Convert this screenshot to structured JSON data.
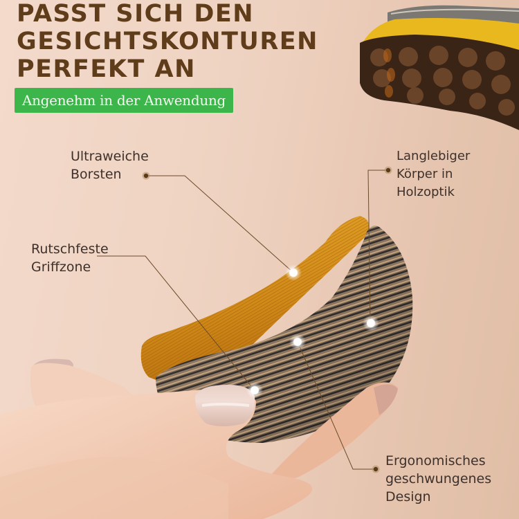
{
  "headline": {
    "lines": [
      "PASST SICH DEN",
      "GESICHTSKONTUREN",
      "PERFEKT AN"
    ],
    "color": "#5f3d1a"
  },
  "badge": {
    "label": "Angenehm in der Anwendung",
    "color": "#3cb64b"
  },
  "callouts": [
    {
      "id": "bristles",
      "lines": [
        "Ultraweiche",
        "Borsten"
      ]
    },
    {
      "id": "body",
      "lines": [
        "Langlebiger",
        "Körper in",
        "Holzoptik"
      ]
    },
    {
      "id": "grip",
      "lines": [
        "Rutschfeste",
        "Griffzone"
      ]
    },
    {
      "id": "design",
      "lines": [
        "Ergonomisches",
        "geschwungenes",
        "Design"
      ]
    }
  ],
  "colors": {
    "background_left": "#f3dacb",
    "background_right": "#e0bea6",
    "leader_line": "#6b4a2a",
    "leader_dot": "#5a3b14",
    "bristle_gold": "#d9971f",
    "wood_dark": "#3b3430",
    "wood_light": "#b99a76"
  }
}
